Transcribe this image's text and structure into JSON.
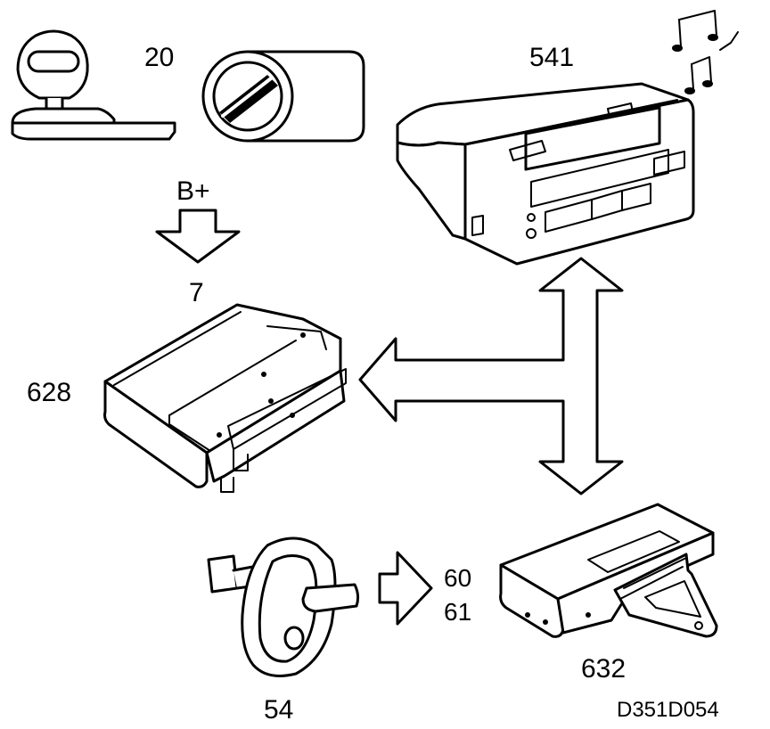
{
  "labels": {
    "ignition": "20",
    "battery": "B+",
    "battery_ref": "7",
    "radio": "541",
    "control_unit": "628",
    "door_switch": "54",
    "inputs_line1": "60",
    "inputs_line2": "61",
    "central_module": "632",
    "drawing_code": "D351D054"
  }
}
